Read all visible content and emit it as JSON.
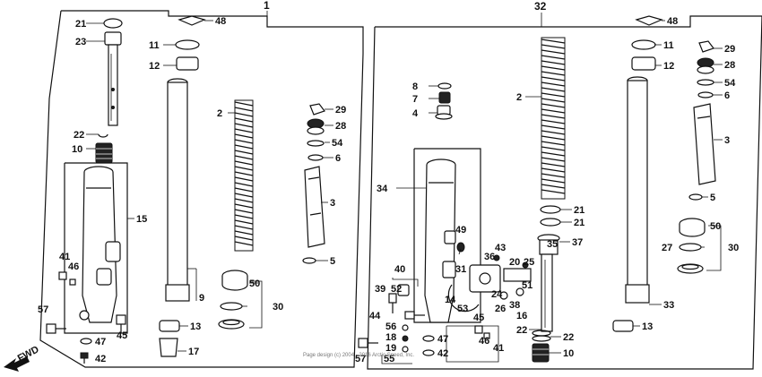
{
  "assemblies": [
    {
      "label": "1"
    },
    {
      "label": "32"
    }
  ],
  "direction": {
    "label": "FWD"
  },
  "footer": {
    "text": "Page design (c) 2004 - 2016 Arctic Speed, Inc."
  },
  "callouts_left": [
    "48",
    "21",
    "23",
    "11",
    "12",
    "2",
    "29",
    "28",
    "54",
    "6",
    "22",
    "10",
    "15",
    "3",
    "41",
    "46",
    "5",
    "50",
    "9",
    "30",
    "57",
    "13",
    "45",
    "47",
    "17",
    "42"
  ],
  "callouts_right": [
    "48",
    "11",
    "12",
    "29",
    "28",
    "54",
    "6",
    "8",
    "7",
    "4",
    "2",
    "3",
    "34",
    "5",
    "21",
    "21",
    "50",
    "49",
    "43",
    "37",
    "27",
    "30",
    "36",
    "20",
    "25",
    "31",
    "35",
    "40",
    "52",
    "51",
    "39",
    "14",
    "24",
    "38",
    "26",
    "53",
    "33",
    "45",
    "16",
    "44",
    "56",
    "22",
    "22",
    "13",
    "18",
    "47",
    "46",
    "19",
    "41",
    "57",
    "55",
    "42",
    "10"
  ]
}
